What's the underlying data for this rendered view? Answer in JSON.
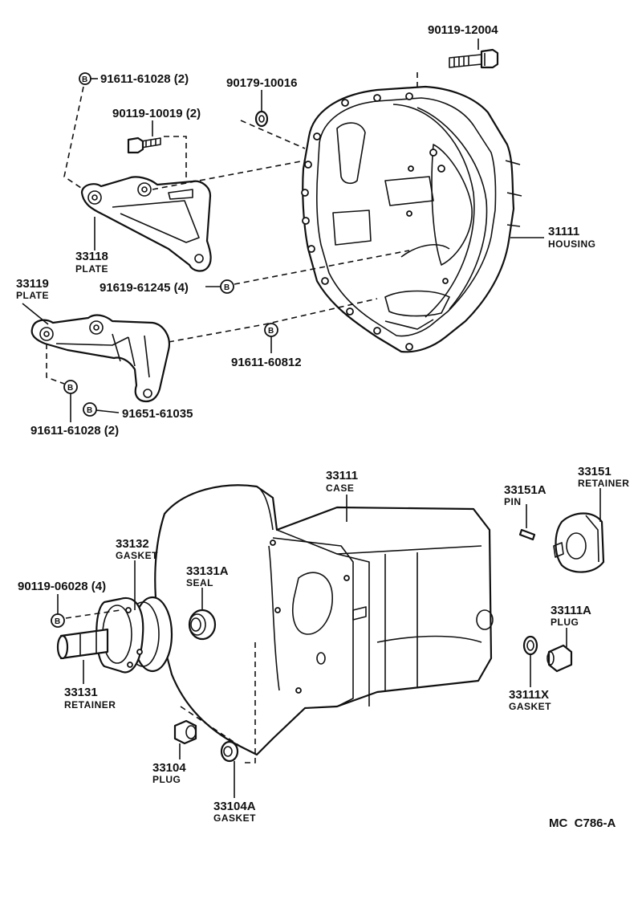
{
  "labels": {
    "p90119_12004": "90119-12004",
    "p91611_61028_top": "91611-61028 (2)",
    "p90179_10016": "90179-10016",
    "p90119_10019": "90119-10019 (2)",
    "p31111": "31111",
    "n31111": "HOUSING",
    "p33118": "33118",
    "n33118": "PLATE",
    "p33119": "33119",
    "n33119": "PLATE",
    "p91619_61245": "91619-61245 (4)",
    "p91611_60812": "91611-60812",
    "p91651_61035": "91651-61035",
    "p91611_61028_bot": "91611-61028 (2)",
    "p33111": "33111",
    "n33111": "CASE",
    "p33151": "33151",
    "n33151": "RETAINER",
    "p33151a": "33151A",
    "n33151a": "PIN",
    "p33132": "33132",
    "n33132": "GASKET",
    "p33131a": "33131A",
    "n33131a": "SEAL",
    "p90119_06028": "90119-06028 (4)",
    "p33111a": "33111A",
    "n33111a": "PLUG",
    "p33131": "33131",
    "n33131": "RETAINER",
    "p33111x": "33111X",
    "n33111x": "GASKET",
    "p33104": "33104",
    "n33104": "PLUG",
    "p33104a": "33104A",
    "n33104a": "GASKET",
    "catalog_code": "MC  C786-A",
    "bolt_marker": "B"
  }
}
